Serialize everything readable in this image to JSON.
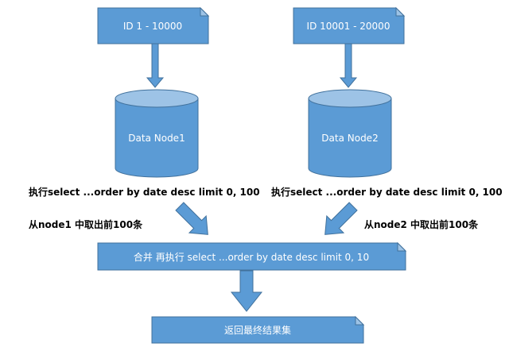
{
  "shards": [
    {
      "range_label": "ID   1 - 10000",
      "node_label": "Data Node1",
      "exec_label": "执行select ...order by date desc limit 0, 100",
      "fetch_label": "从node1 中取出前100条"
    },
    {
      "range_label": "ID   10001 - 20000",
      "node_label": "Data Node2",
      "exec_label": "执行select ...order by date desc limit 0, 100",
      "fetch_label": "从node2  中取出前100条"
    }
  ],
  "merge_label": "合并  再执行 select ...order by date desc limit 0, 10",
  "result_label": "返回最终结果集",
  "colors": {
    "box_fill": "#5b9bd5",
    "box_stroke": "#41719c",
    "cylinder_top": "#9dc3e6",
    "arrow_fill": "#5b9bd5",
    "arrow_stroke": "#41719c",
    "text_on_box": "#ffffff",
    "text_plain": "#000000"
  }
}
